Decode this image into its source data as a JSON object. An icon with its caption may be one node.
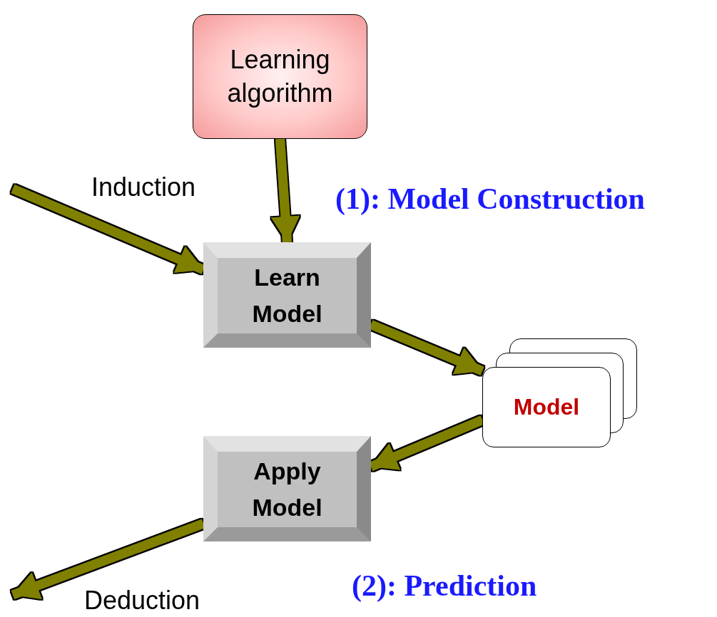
{
  "diagram": {
    "nodes": [
      {
        "text": [
          "Learning algorithm"
        ]
      },
      {
        "text": [
          "Learn Model"
        ]
      },
      {
        "text": [
          "Model"
        ]
      },
      {
        "text": [
          "Apply Model"
        ]
      }
    ],
    "edges": [
      {
        "from": 0,
        "to": 1,
        "arrow": "to"
      },
      {
        "from": null,
        "to": 1,
        "arrow": "to",
        "label": "Induction"
      },
      {
        "from": 1,
        "to": 2,
        "arrow": "to"
      },
      {
        "from": 2,
        "to": 3,
        "arrow": "to"
      },
      {
        "from": 3,
        "to": null,
        "arrow": "to",
        "label": "Deduction"
      }
    ],
    "labels": [
      "(1): Model Construction",
      "(2): Prediction"
    ]
  }
}
